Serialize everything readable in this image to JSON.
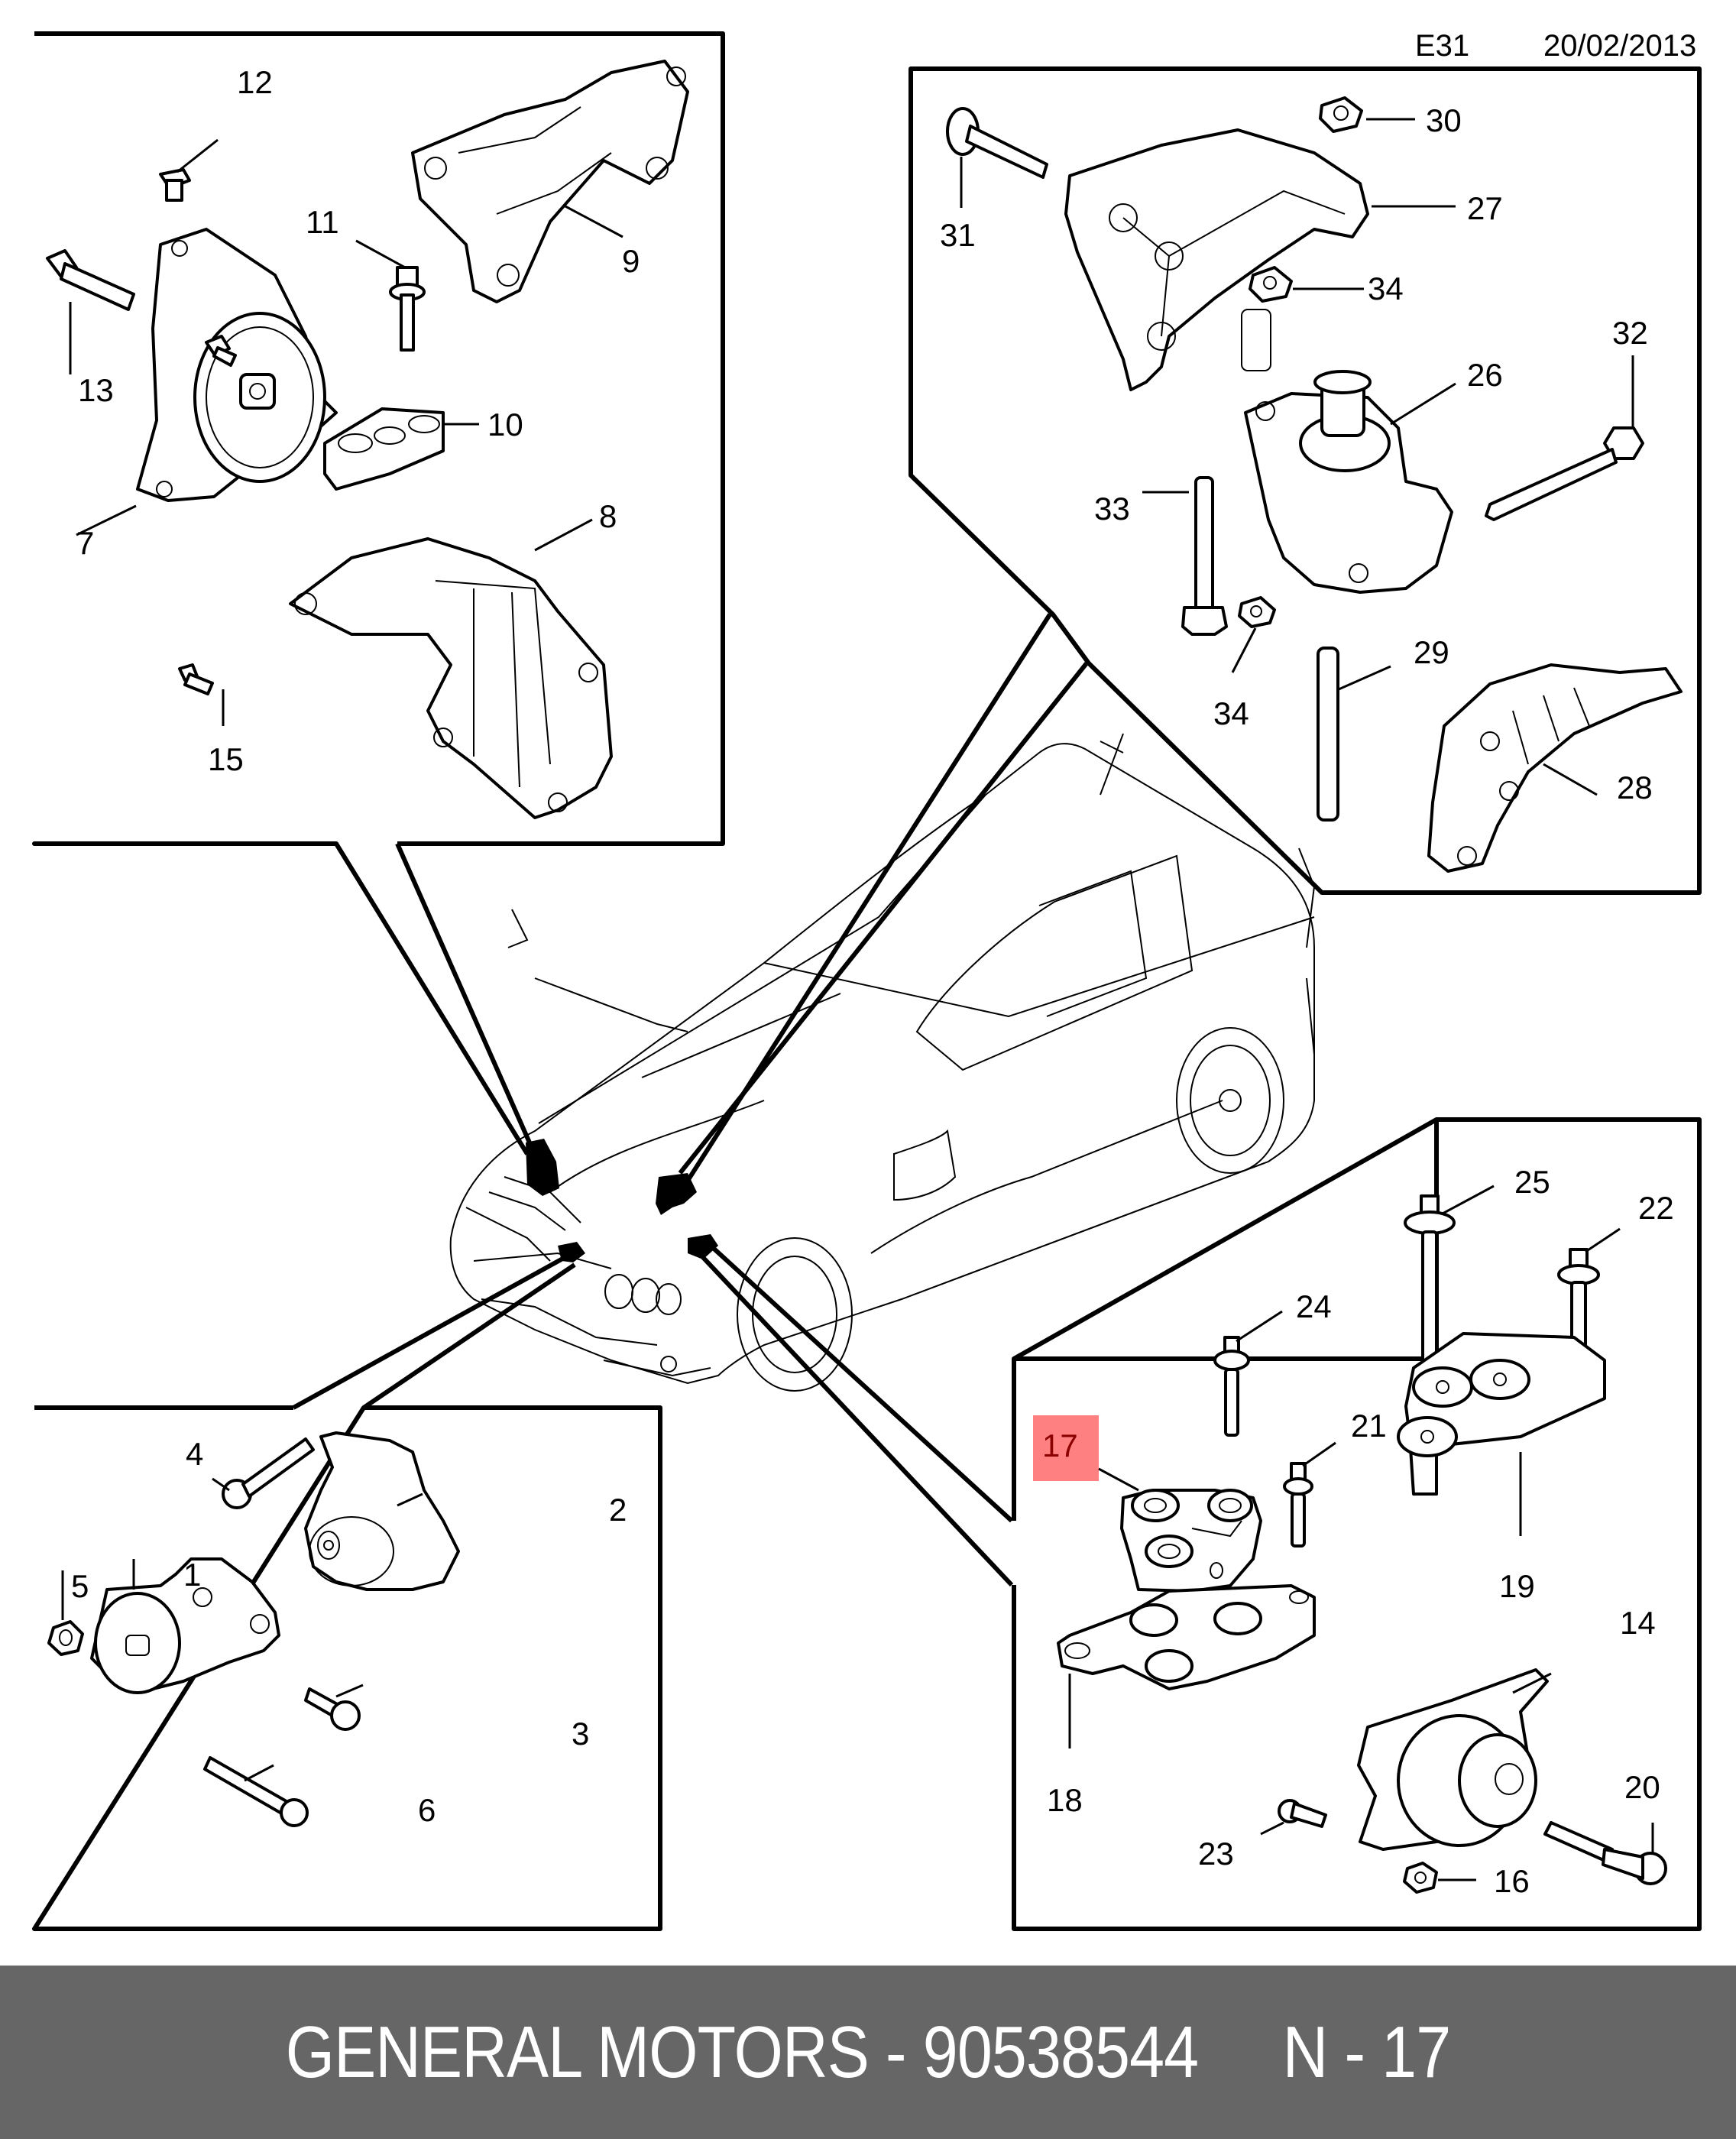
{
  "header": {
    "diagram_code": "E31",
    "date": "20/02/2013"
  },
  "highlight": {
    "part_number": "17",
    "color": "#ff8080",
    "text_color": "#8b0000"
  },
  "panels": {
    "top_left": {
      "callouts": [
        "12",
        "11",
        "9",
        "13",
        "10",
        "7",
        "8",
        "15"
      ]
    },
    "top_right": {
      "callouts": [
        "30",
        "31",
        "27",
        "34",
        "32",
        "26",
        "33",
        "29",
        "34",
        "28"
      ]
    },
    "bottom_left": {
      "callouts": [
        "4",
        "2",
        "5",
        "1",
        "3",
        "6"
      ]
    },
    "bottom_right": {
      "callouts": [
        "25",
        "22",
        "24",
        "21",
        "17",
        "19",
        "14",
        "18",
        "20",
        "23",
        "16"
      ]
    }
  },
  "labels": {
    "l1": "1",
    "l2": "2",
    "l3": "3",
    "l4": "4",
    "l5": "5",
    "l6": "6",
    "l7": "7",
    "l8": "8",
    "l9": "9",
    "l10": "10",
    "l11": "11",
    "l12": "12",
    "l13": "13",
    "l14": "14",
    "l15": "15",
    "l16": "16",
    "l17": "17",
    "l18": "18",
    "l19": "19",
    "l20": "20",
    "l21": "21",
    "l22": "22",
    "l23": "23",
    "l24": "24",
    "l25": "25",
    "l26": "26",
    "l27": "27",
    "l28": "28",
    "l29": "29",
    "l30": "30",
    "l31": "31",
    "l32": "32",
    "l33": "33",
    "l34a": "34",
    "l34b": "34"
  },
  "footer": {
    "brand": "GENERAL MOTORS",
    "separator": " - ",
    "part_number": "90538544",
    "gap": "     ",
    "page_ref": "N - 17",
    "background": "#666666"
  }
}
